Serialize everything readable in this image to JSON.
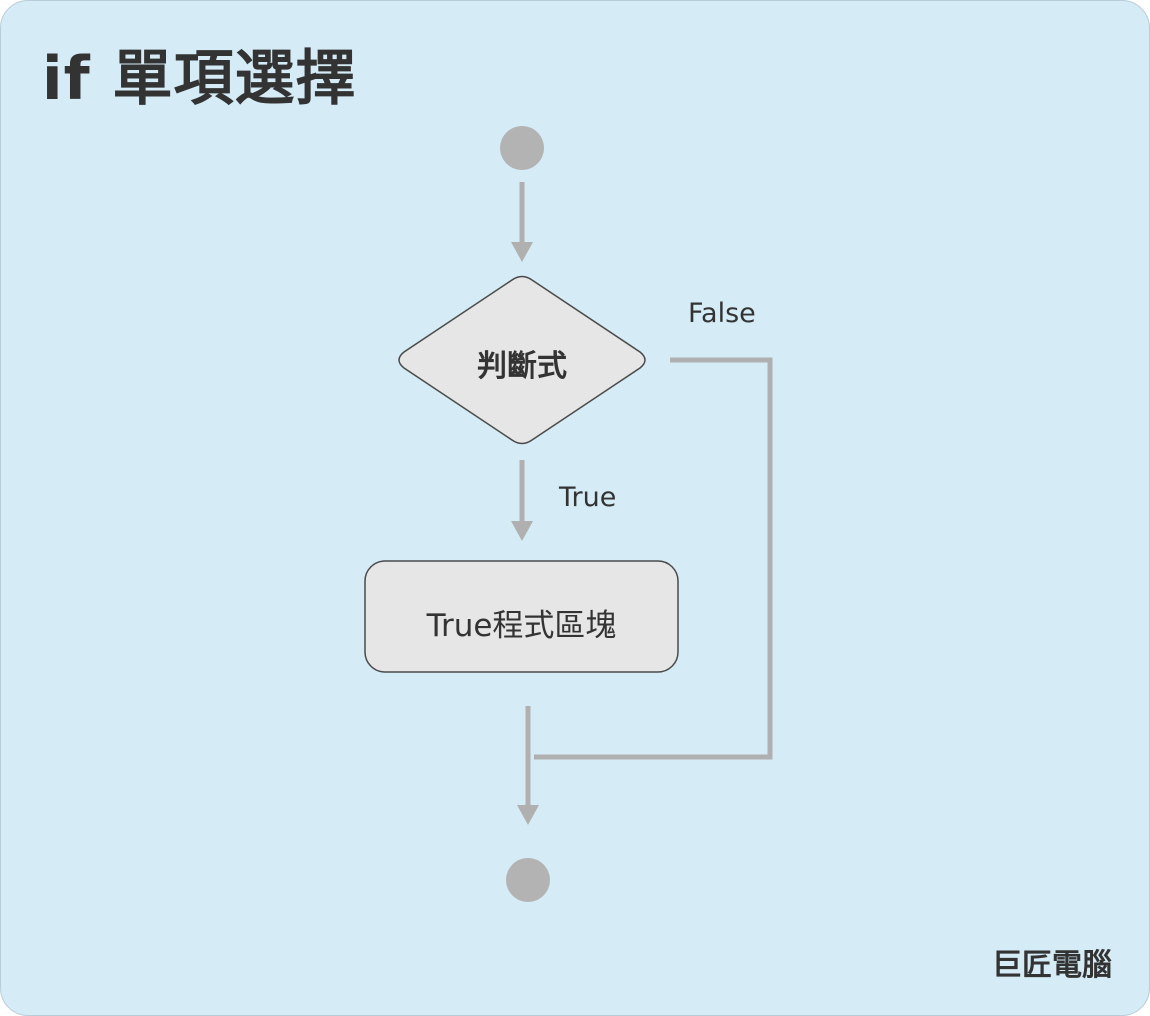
{
  "title": "if 單項選擇",
  "nodes": {
    "decision_label": "判斷式",
    "process_label": "True程式區塊"
  },
  "edges": {
    "true_label": "True",
    "false_label": "False"
  },
  "brand": "巨匠電腦",
  "colors": {
    "background": "#d5ecf7",
    "node_fill": "#e6e6e6",
    "node_stroke": "#4a4a4a",
    "connector": "#b0b0b0",
    "terminal": "#b3b3b3",
    "text": "#333333"
  }
}
